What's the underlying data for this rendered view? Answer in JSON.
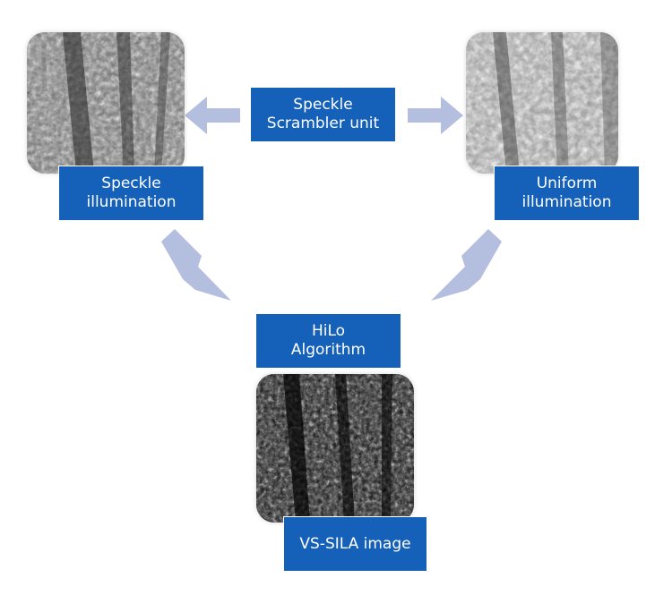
{
  "colors": {
    "box_fill": "#1560b8",
    "box_text": "#ffffff",
    "arrow": "#b4bedf",
    "background": "#ffffff"
  },
  "nodes": {
    "scrambler": {
      "label": "Speckle\nScrambler unit"
    },
    "speckle": {
      "label": "Speckle\nillumination",
      "image_icon": "speckle-microscopy-image"
    },
    "uniform": {
      "label": "Uniform\nillumination",
      "image_icon": "uniform-microscopy-image"
    },
    "hilo": {
      "label": "HiLo\nAlgorithm"
    },
    "result": {
      "label": "VS-SILA image",
      "image_icon": "vs-sila-microscopy-image"
    }
  },
  "edges": [
    {
      "from": "scrambler",
      "to": "speckle"
    },
    {
      "from": "scrambler",
      "to": "uniform"
    },
    {
      "from": "speckle",
      "to": "hilo"
    },
    {
      "from": "uniform",
      "to": "hilo"
    }
  ]
}
